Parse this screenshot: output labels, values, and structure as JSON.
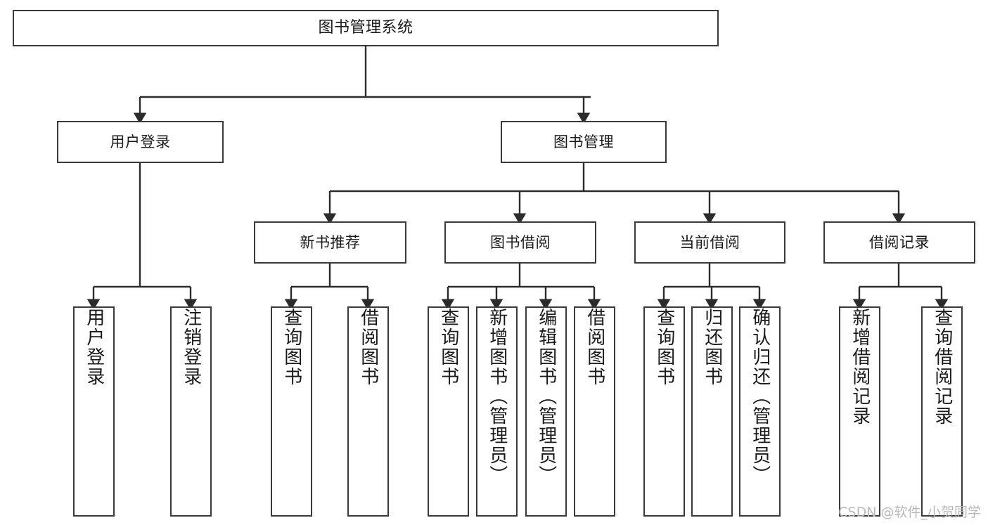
{
  "diagram": {
    "title": "图书管理系统",
    "watermark": "CSDN @软件_小贺同学",
    "colors": {
      "box_border": "#3a3a3a",
      "box_fill": "#ffffff",
      "edge": "#2b2b2b",
      "text": "#1a1a1a",
      "watermark": "#b9b9b9",
      "background": "#ffffff"
    },
    "nodes": {
      "root": {
        "label": "图书管理系统"
      },
      "level2": [
        {
          "label": "用户登录"
        },
        {
          "label": "图书管理"
        }
      ],
      "level3": [
        {
          "label": "新书推荐"
        },
        {
          "label": "图书借阅"
        },
        {
          "label": "当前借阅"
        },
        {
          "label": "借阅记录"
        }
      ],
      "leaves": {
        "user_login": [
          {
            "label": "用户登录"
          },
          {
            "label": "注销登录"
          }
        ],
        "new_book_recommend": [
          {
            "label": "查询图书"
          },
          {
            "label": "借阅图书"
          }
        ],
        "book_borrow": [
          {
            "label": "查询图书"
          },
          {
            "label": "新增图书（管理员）"
          },
          {
            "label": "编辑图书（管理员）"
          },
          {
            "label": "借阅图书"
          }
        ],
        "current_borrow": [
          {
            "label": "查询图书"
          },
          {
            "label": "归还图书"
          },
          {
            "label": "确认归还（管理员）"
          }
        ],
        "borrow_record": [
          {
            "label": "新增借阅记录"
          },
          {
            "label": "查询借阅记录"
          }
        ]
      }
    }
  }
}
